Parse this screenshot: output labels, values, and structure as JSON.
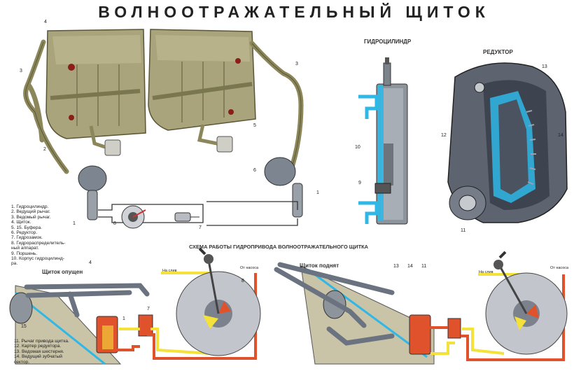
{
  "title": "ВОЛНООТРАЖАТЕЛЬНЫЙ ЩИТОК",
  "sections": {
    "cylinder": "ГИДРОЦИЛИНДР",
    "reducer": "РЕДУКТОР",
    "scheme": "СХЕМА РАБОТЫ ГИДРОПРИВОДА ВОЛНООТРАЖАТЕЛЬНОГО ЩИТКА",
    "lowered": "Щиток опущен",
    "raised": "Щиток поднят"
  },
  "legend_top": [
    "1.  Гидроцилиндр.",
    "2.  Ведущий рычаг.",
    "3.  Ведомый рычаг.",
    "4.  Щиток.",
    "5.  15.  Буфера.",
    "6.  Редуктор.",
    "7.  Гидрозамок.",
    "8.  Гидрораспределитель-",
    "     ный аппарат.",
    "9.  Поршень.",
    "10. Корпус гидроцилинд-",
    "     ра."
  ],
  "legend_bottom": [
    "11.  Рычаг привода щитка.",
    "12.  Картер редуктора.",
    "13.  Ведомая шестерня.",
    "14.  Ведущий зубчатый",
    "       сектор."
  ],
  "callouts": {
    "n1": "1",
    "n2": "2",
    "n3": "3",
    "n4": "4",
    "n5": "5",
    "n6": "6",
    "n7": "7",
    "n8": "8",
    "n9": "9",
    "n10": "10",
    "n11": "11",
    "n12": "12",
    "n13": "13",
    "n14": "14",
    "n15": "15"
  },
  "pipe_labels": {
    "to_drain": "На слив",
    "from_pump": "От насоса"
  },
  "colors": {
    "shield": "#a8a37a",
    "frame": "#8f8a5c",
    "metal": "#6d7480",
    "pressure": "#e0522b",
    "drain": "#f4e13a",
    "cyan": "#2fb7e6"
  }
}
